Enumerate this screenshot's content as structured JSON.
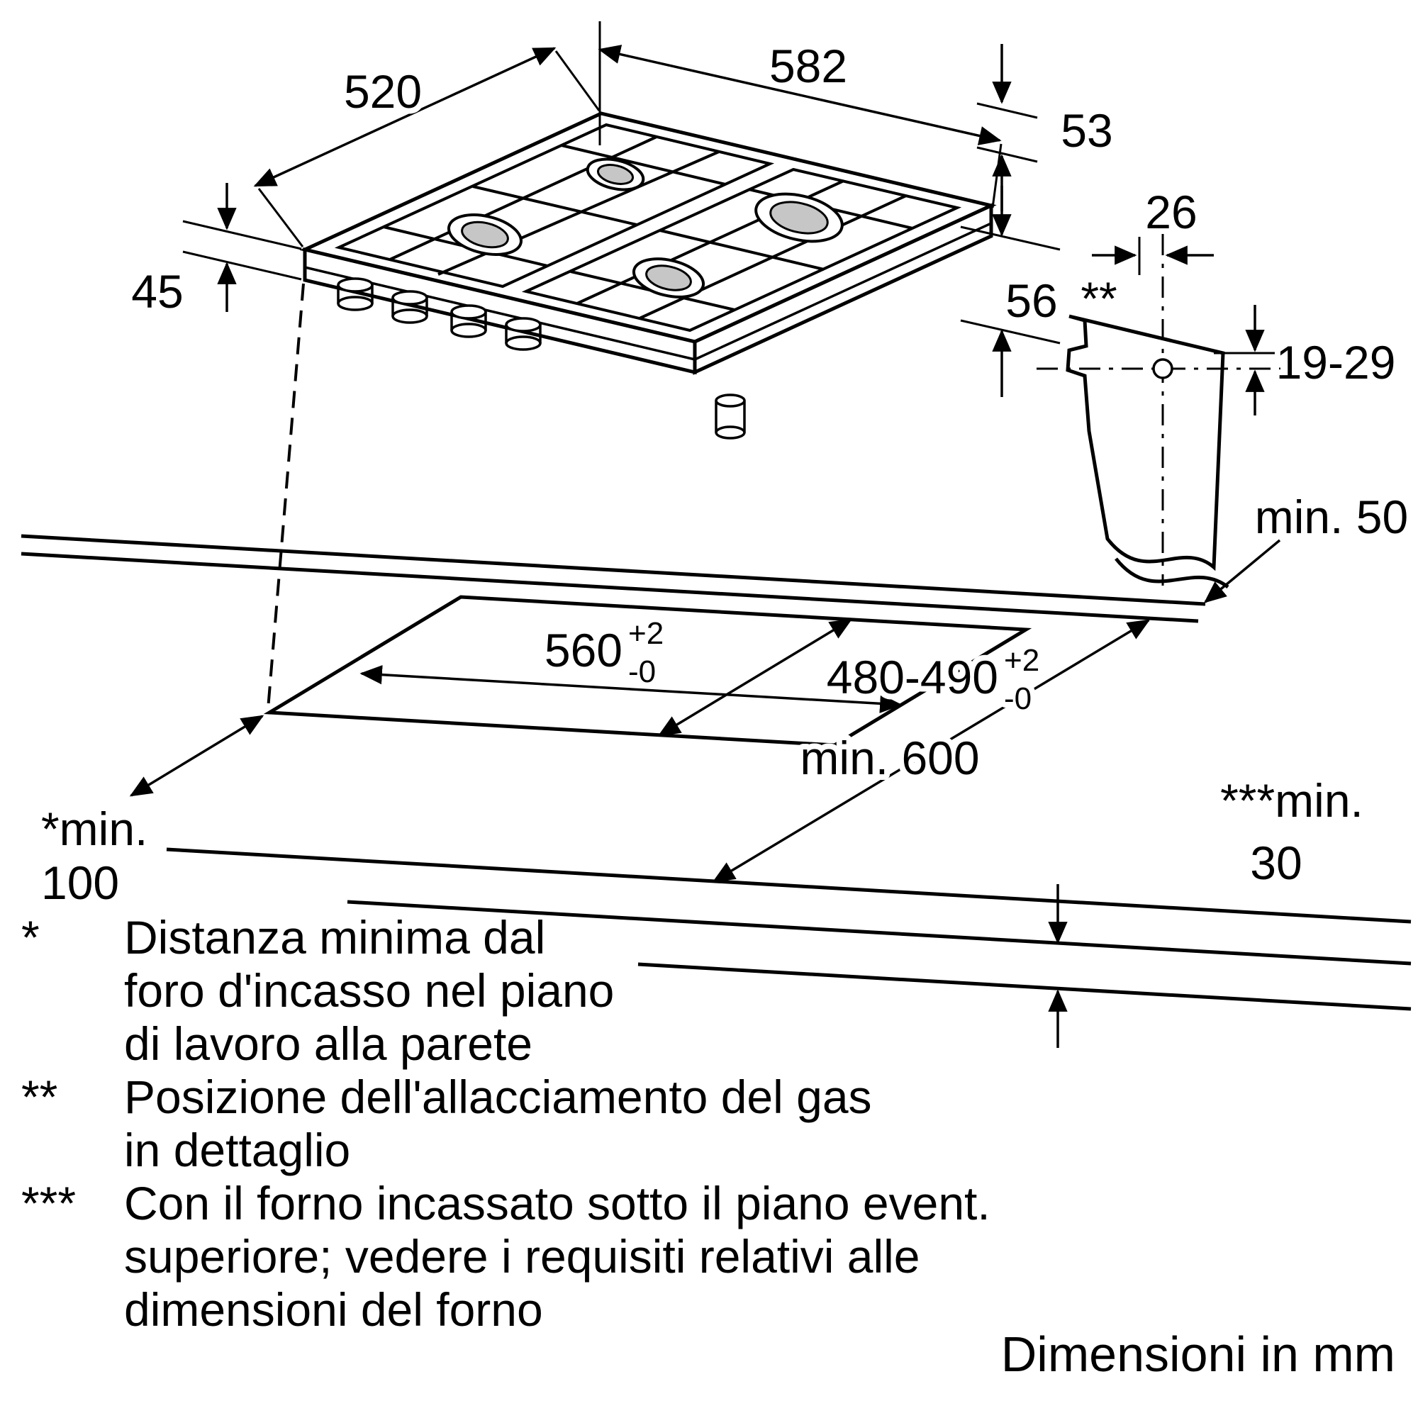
{
  "labels": {
    "dim_520": "520",
    "dim_582": "582",
    "dim_53": "53",
    "dim_45": "45",
    "dim_56": "56",
    "dim_26": "26",
    "dim_19_29": "19-29",
    "gas_ref": "**",
    "cutout_width": "560",
    "tol_plus_w": "+2",
    "tol_minus_w": "-0",
    "cutout_depth": "480-490",
    "tol_plus_d": "+2",
    "tol_minus_d": "-0",
    "min50": "min. 50",
    "min100_l1": "*min.",
    "min100_l2": "100",
    "min600": "min. 600",
    "min30_l1": "***min.",
    "min30_l2": "30"
  },
  "footnotes": [
    {
      "marker": "*",
      "lines": [
        "Distanza minima dal",
        "foro d'incasso nel piano",
        "di lavoro alla parete"
      ]
    },
    {
      "marker": "**",
      "lines": [
        "Posizione dell'allacciamento del gas",
        "in dettaglio"
      ]
    },
    {
      "marker": "***",
      "lines": [
        "Con il forno incassato sotto il piano event.",
        "superiore; vedere i requisiti relativi alle",
        "dimensioni del forno"
      ]
    }
  ],
  "units_note": "Dimensioni in mm",
  "colors": {
    "line": "#000000",
    "burner_fill": "#c6c6c6",
    "background": "#ffffff"
  }
}
